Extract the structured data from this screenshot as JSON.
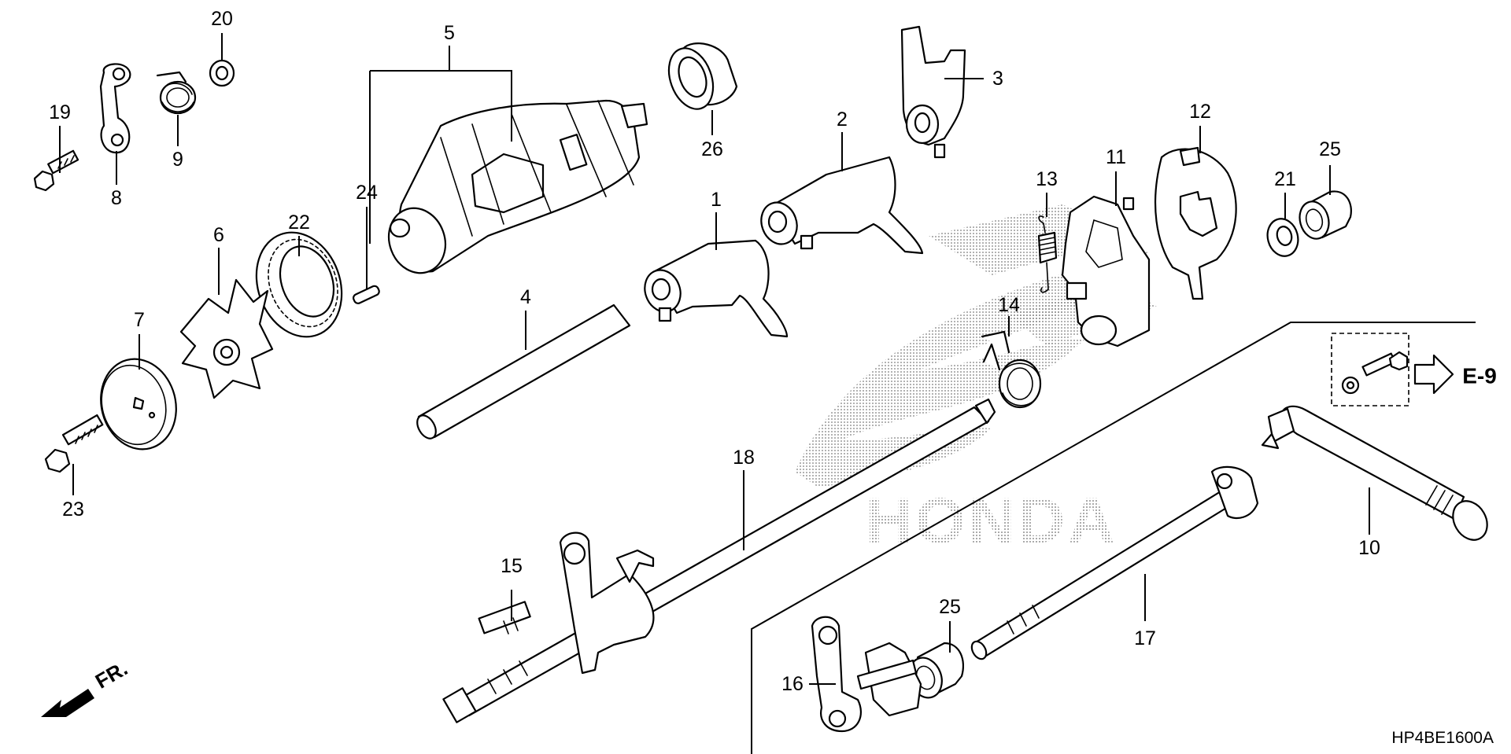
{
  "diagram": {
    "code": "HP4BE1600A",
    "front_marker": "FR.",
    "reference": "E-9",
    "watermark": "HONDA",
    "callouts": [
      "1",
      "2",
      "3",
      "4",
      "5",
      "6",
      "7",
      "8",
      "9",
      "10",
      "11",
      "12",
      "13",
      "14",
      "15",
      "16",
      "17",
      "18",
      "19",
      "20",
      "21",
      "22",
      "23",
      "24",
      "25",
      "25",
      "26"
    ]
  }
}
